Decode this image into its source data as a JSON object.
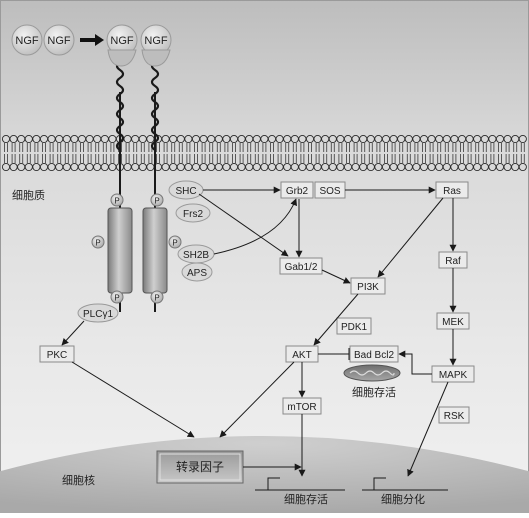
{
  "ligand": {
    "free": [
      "NGF",
      "NGF"
    ],
    "bound": [
      "NGF",
      "NGF"
    ]
  },
  "compartments": {
    "cytoplasm": "细胞质",
    "nucleus": "细胞核"
  },
  "receptor": {
    "phospho": "P"
  },
  "nodes": {
    "shc": "SHC",
    "frs2": "Frs2",
    "sh2b": "SH2B",
    "aps": "APS",
    "grb2": "Grb2",
    "sos": "SOS",
    "ras": "Ras",
    "gab": "Gab1/2",
    "pi3k": "PI3K",
    "raf": "Raf",
    "mek": "MEK",
    "pdk1": "PDK1",
    "akt": "AKT",
    "bad": "Bad Bcl2",
    "mapk": "MAPK",
    "mtor": "mTOR",
    "rsk": "RSK",
    "plc_base": "PLC",
    "plc_sub": "γ1",
    "pkc": "PKC",
    "tf": "转录因子"
  },
  "labels": {
    "mito_survival": "细胞存活",
    "out_survival": "细胞存活",
    "out_diff": "细胞分化"
  },
  "colors": {
    "box_fill": "#ebebeb",
    "box_stroke": "#8a8a8a",
    "bead_fill": "#d9d9d9",
    "line": "#1a1a1a"
  }
}
